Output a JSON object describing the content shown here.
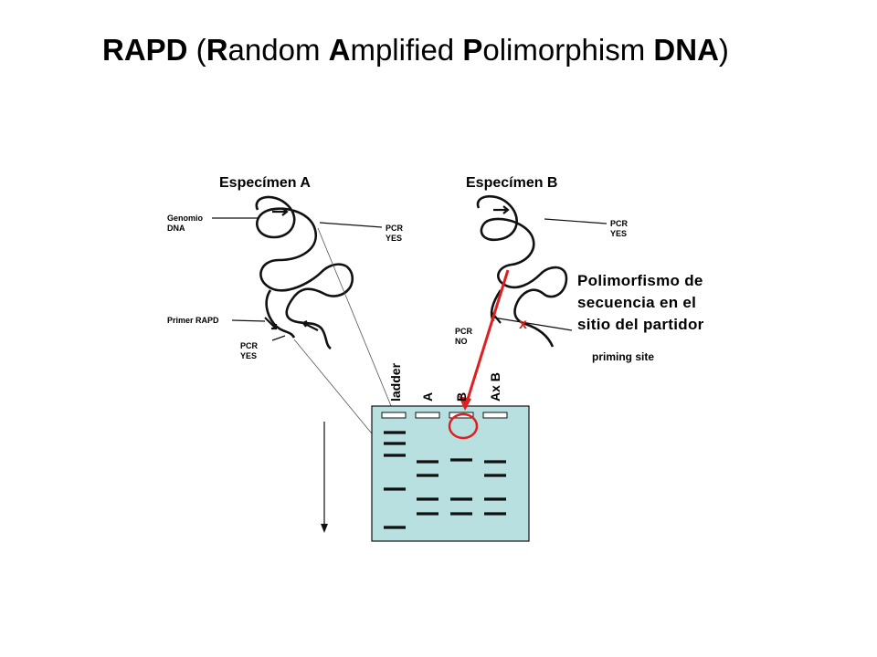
{
  "title": {
    "parts": [
      {
        "text": "RAPD",
        "bold": true
      },
      {
        "text": " (",
        "bold": false
      },
      {
        "text": "R",
        "bold": true
      },
      {
        "text": "andom ",
        "bold": false
      },
      {
        "text": "A",
        "bold": true
      },
      {
        "text": "mplified ",
        "bold": false
      },
      {
        "text": "P",
        "bold": true
      },
      {
        "text": "olimorphism ",
        "bold": false
      },
      {
        "text": "DNA",
        "bold": true
      },
      {
        "text": ")",
        "bold": false
      }
    ]
  },
  "specimens": {
    "a_label": "Especímen A",
    "b_label": "Especímen B"
  },
  "annotations": {
    "genomio_line1": "Genomio",
    "genomio_line2": "DNA",
    "primer": "Primer RAPD",
    "pcr_yes_1_line1": "PCR",
    "pcr_yes_1_line2": "YES",
    "pcr_yes_2_line1": "PCR",
    "pcr_yes_2_line2": "YES",
    "pcr_yes_3_line1": "PCR",
    "pcr_yes_3_line2": "YES",
    "pcr_no_line1": "PCR",
    "pcr_no_line2": "NO",
    "priming_site": "priming site"
  },
  "polymorphism": {
    "line1": "Polimorfismo de",
    "line2": "secuencia en el",
    "line3": "sitio del partidor"
  },
  "gel": {
    "lanes": [
      "ladder",
      "A",
      "B",
      "Ax B"
    ],
    "color": "#b8e0e0",
    "highlight_color": "#e02020"
  }
}
